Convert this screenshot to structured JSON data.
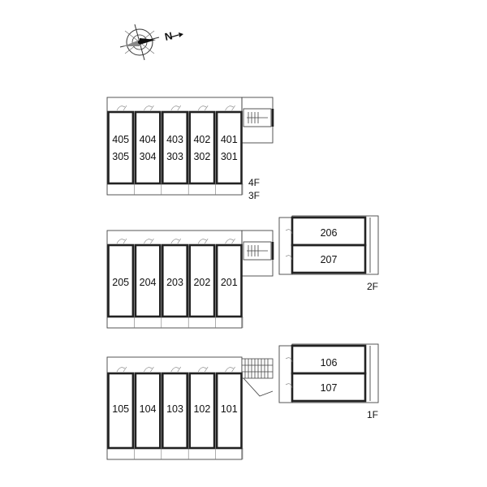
{
  "compass": {
    "icon": "compass-rose-icon",
    "north_label": "N"
  },
  "blocks": [
    {
      "floors": [
        "4F",
        "3F"
      ],
      "rooms": [
        {
          "upper": "405",
          "lower": "305"
        },
        {
          "upper": "404",
          "lower": "304"
        },
        {
          "upper": "403",
          "lower": "303"
        },
        {
          "upper": "402",
          "lower": "302"
        },
        {
          "upper": "401",
          "lower": "301"
        }
      ]
    },
    {
      "floors": [
        "2F"
      ],
      "rooms": [
        "205",
        "204",
        "203",
        "202",
        "201"
      ],
      "annex": [
        "206",
        "207"
      ]
    },
    {
      "floors": [
        "1F"
      ],
      "rooms": [
        "105",
        "104",
        "103",
        "102",
        "101"
      ],
      "annex": [
        "106",
        "107"
      ]
    }
  ]
}
